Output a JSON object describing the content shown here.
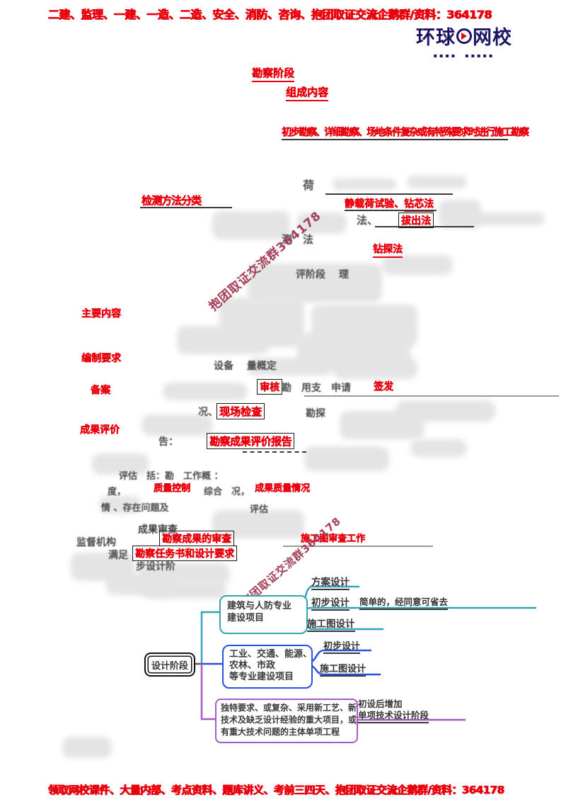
{
  "banner_top": {
    "text": "二建、监理、一建、一造、二造、安全、消防、咨询、抱团取证交流企鹅群/资料：364178"
  },
  "banner_bottom": {
    "text": "领取网校课件、大量内部、考点资料、题库讲义、考前三四天、抱团取证交流企鹅群/资料：364178"
  },
  "logo": {
    "part1": "环球",
    "part2": "网校",
    "tagline": "▪▪▪▪　▪▪▪▪▪",
    "navy": "#1b1464",
    "accent": "#e8000d"
  },
  "watermark": {
    "text": "抱团取证交流群364178",
    "color": "#a23b55"
  },
  "survey": {
    "title": "勘察阶段",
    "subtitle": "组成内容",
    "types_line": "初步勘察、详细勘察、场地条件复杂或有特殊要求时进行施工勘察",
    "methods_label": "检测方法分类",
    "methods_row1": "静载荷试验、",
    "method_core_drilling": "钻芯法",
    "method_pullout": "拔出法",
    "method_boring": "钻探法",
    "left_labels": [
      "主要内容",
      "编制要求",
      "备案",
      "成果评价"
    ],
    "red_labels": {
      "shenhe": "审核",
      "qianfa": "签发",
      "xianchang": "现场检查",
      "pingjia_baogao": "勘察成果评价报告",
      "zhiliang": "质量控制",
      "chengguo_zhiliang": "成果质量情况",
      "chengguo_shencha": "勘察成果的审查",
      "renwushu": "勘察任务书和设计要求",
      "shigongtu": "施工图审查工作"
    },
    "ghost_chars": [
      "荷",
      "法、",
      "测　法",
      "评阶段　 理",
      "设备　 量概定",
      "勘　用支　申请",
      "况、",
      "勘探",
      "告：",
      "评估　括：勘　工作概 ：",
      "度，",
      "综合　况，",
      "情 、存在问题及",
      "评估",
      "成果审查",
      "监督机构",
      "满足",
      "步设计阶"
    ]
  },
  "design": {
    "root": "设计阶段",
    "branches": [
      {
        "color": "#35a3b5",
        "label_lines": [
          "建筑与人防专业",
          "建设项目"
        ],
        "subs": [
          "方案设计",
          "初步设计",
          "施工图设计"
        ],
        "note": "简单的，经同意可省去"
      },
      {
        "color": "#2b50e0",
        "label_lines": [
          "工业、交通、能源、",
          "农林、市政",
          "等专业建设项目"
        ],
        "subs": [
          "初步设计",
          "施工图设计"
        ]
      },
      {
        "color": "#a45cc5",
        "label_lines": [
          "独特要求、或复杂、采用新工艺、新",
          "技术及缺乏设计经验的重大项目，或",
          "有重大技术问题的主体单项工程"
        ],
        "note_lines": [
          "初设后增加",
          "单项技术设计阶段"
        ]
      }
    ]
  }
}
